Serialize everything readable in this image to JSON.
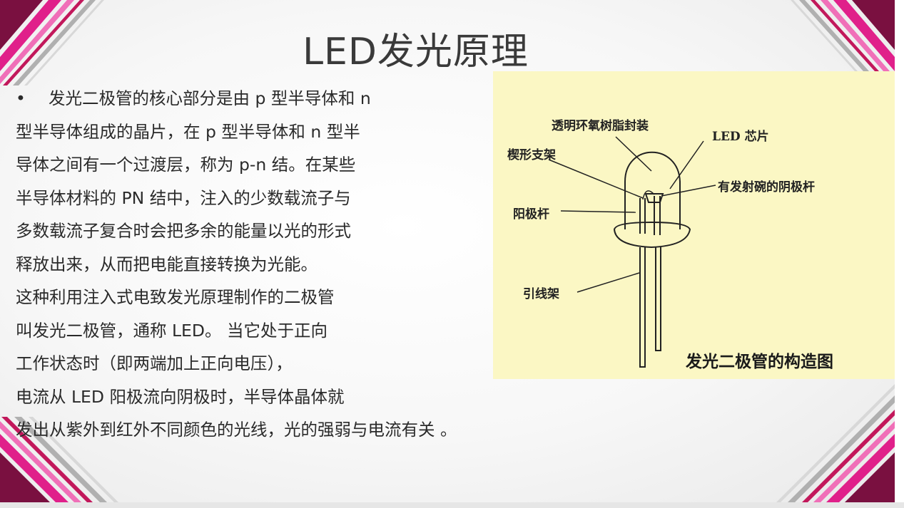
{
  "slide": {
    "title": "LED发光原理",
    "body_lines": [
      "发光二极管的核心部分是由 p 型半导体和 n",
      "型半导体组成的晶片，在 p 型半导体和 n 型半",
      "导体之间有一个过渡层，称为 p-n 结。在某些",
      "半导体材料的 PN 结中，注入的少数载流子与",
      "多数载流子复合时会把多余的能量以光的形式",
      "释放出来，从而把电能直接转换为光能。",
      "这种利用注入式电致发光原理制作的二极管",
      "叫发光二极管，通称 LED。 当它处于正向",
      "工作状态时（即两端加上正向电压），",
      "电流从 LED 阳极流向阴极时，半导体晶体就",
      "发出从紫外到红外不同颜色的光线，光的强弱与电流有关 。"
    ],
    "bullet": "•"
  },
  "diagram": {
    "labels": {
      "epoxy": "透明环氧树脂封装",
      "chip": "LED 芯片",
      "wedge_frame": "楔形支架",
      "cathode": "有发射碗的阴极杆",
      "anode": "阳极杆",
      "lead_frame": "引线架"
    },
    "caption": "发光二极管的构造图"
  },
  "colors": {
    "accent_magenta": "#c2185b",
    "accent_pink": "#e91e8c",
    "diagram_bg": "#fbf7c4",
    "title_color": "#3a3a3a"
  }
}
